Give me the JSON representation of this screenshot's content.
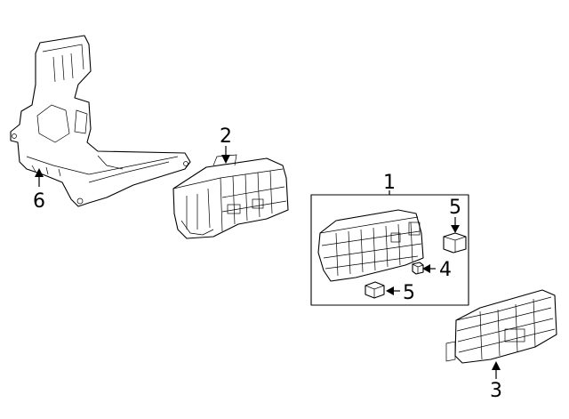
{
  "callouts": [
    {
      "id": "c1",
      "label": "1"
    },
    {
      "id": "c2",
      "label": "2"
    },
    {
      "id": "c3",
      "label": "3"
    },
    {
      "id": "c4",
      "label": "4"
    },
    {
      "id": "c5a",
      "label": "5"
    },
    {
      "id": "c5b",
      "label": "5"
    },
    {
      "id": "c6",
      "label": "6"
    }
  ]
}
